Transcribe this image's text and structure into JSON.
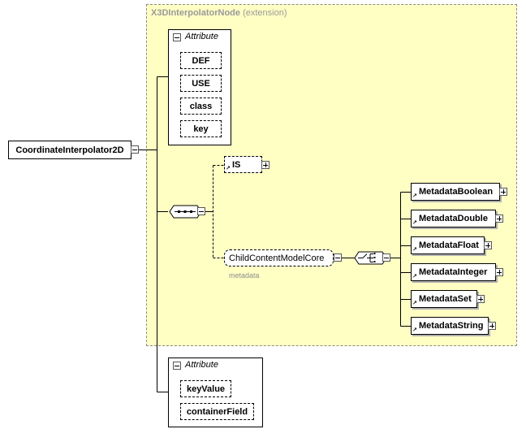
{
  "extension": {
    "name": "X3DInterpolatorNode",
    "note": "(extension)"
  },
  "root_element": "CoordinateInterpolator2D",
  "attribute_groups": [
    {
      "label": "Attribute",
      "items": [
        "DEF",
        "USE",
        "class",
        "key"
      ]
    },
    {
      "label": "Attribute",
      "items": [
        "keyValue",
        "containerField"
      ]
    }
  ],
  "sequence": {
    "choice_element": "IS",
    "group_ref": "ChildContentModelCore",
    "group_ref_sublabel": "metadata"
  },
  "metadata_elements": [
    "MetadataBoolean",
    "MetadataDouble",
    "MetadataFloat",
    "MetadataInteger",
    "MetadataSet",
    "MetadataString"
  ]
}
